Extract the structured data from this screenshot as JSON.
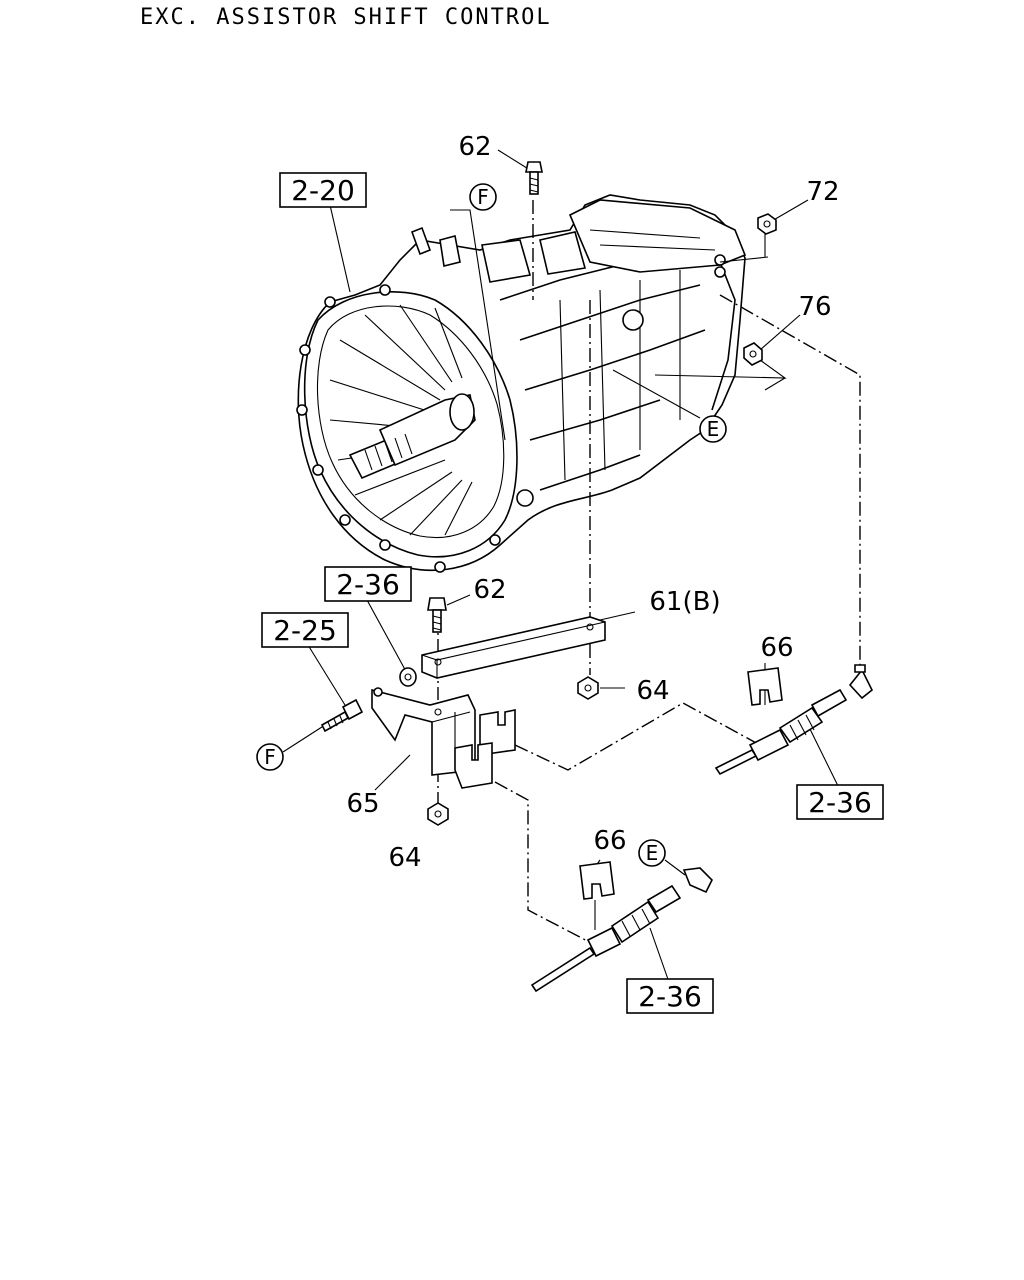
{
  "title": "EXC. ASSISTOR SHIFT CONTROL",
  "refs": {
    "transmission": "2-20",
    "bracket": "2-36",
    "bolt_left": "2-25",
    "cable_upper": "2-36",
    "cable_lower": "2-36"
  },
  "parts": {
    "bolt_top": "62",
    "nut_72": "72",
    "nut_76": "76",
    "bolt_62_mid": "62",
    "bracket_61b": "61(B)",
    "nut_64_right": "64",
    "clip_66_upper": "66",
    "bracket_65": "65",
    "nut_64_lower": "64",
    "clip_66_lower": "66"
  },
  "circles": {
    "f_top": "F",
    "e_right": "E",
    "f_left": "F",
    "e_lower": "E"
  }
}
